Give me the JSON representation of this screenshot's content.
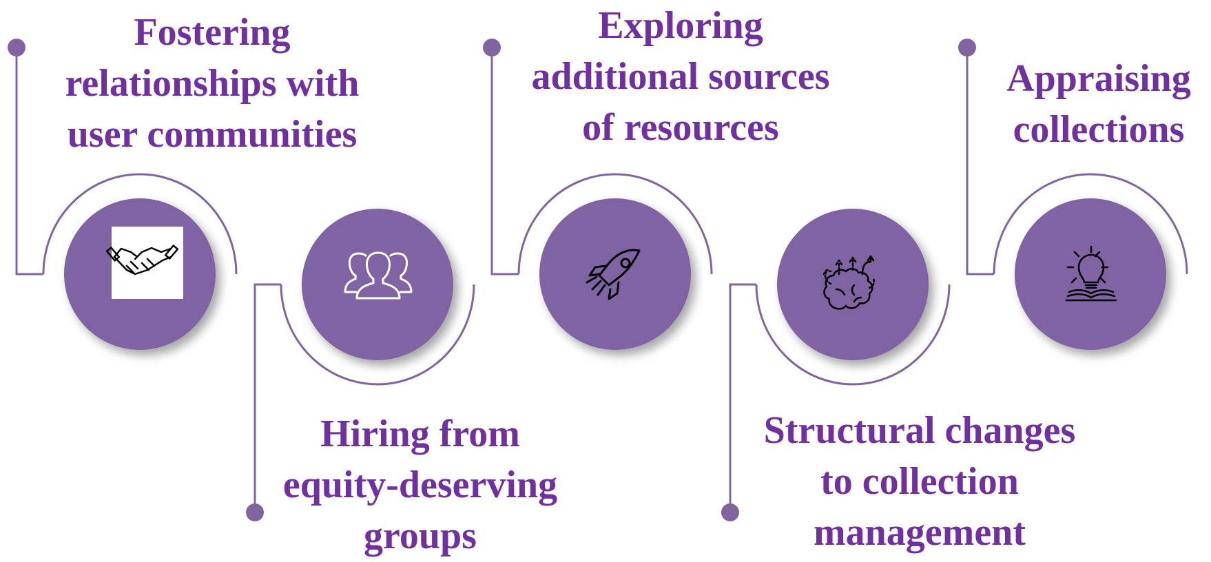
{
  "colors": {
    "title_text": "#7030a0",
    "circle_fill": "#8064a2",
    "connector": "#8064a2",
    "icon_light": "#ffffff",
    "icon_dark": "#000000"
  },
  "steps": [
    {
      "lines": [
        "Fostering",
        "relationships with",
        "user communities"
      ],
      "icon": "handshake-icon"
    },
    {
      "lines": [
        "Hiring from",
        "equity-deserving",
        "groups"
      ],
      "icon": "people-group-icon"
    },
    {
      "lines": [
        "Exploring",
        "additional sources",
        "of resources"
      ],
      "icon": "rocket-icon"
    },
    {
      "lines": [
        "Structural changes",
        "to collection",
        "management"
      ],
      "icon": "brain-arrows-icon"
    },
    {
      "lines": [
        "Appraising",
        "collections"
      ],
      "icon": "lightbulb-book-icon"
    }
  ]
}
